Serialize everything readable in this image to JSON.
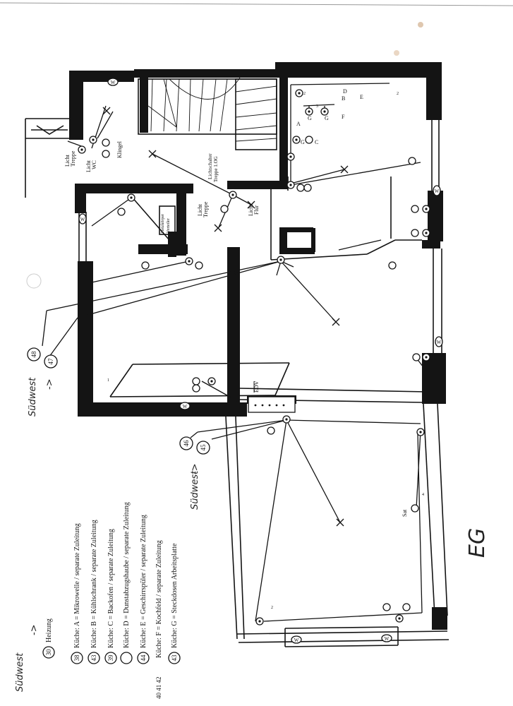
{
  "page_title": "EG",
  "room_labels": {
    "licht_treppe_1": "Licht",
    "licht_treppe_2": "Treppe",
    "licht_wc_1": "Licht",
    "licht_wc_2": "WC",
    "klingel": "Klingel",
    "lichtschalter_1": "Lichtschalter",
    "lichtschalter_2": "Treppe 1.OG",
    "licht_treppe_b1": "Licht",
    "licht_treppe_b2": "Treppe",
    "licht_flur_1": "Licht",
    "licht_flur_2": "Flur",
    "verteiler_1": "Heizkörper",
    "verteiler_2": "Verteiler",
    "edv": "EDV",
    "sat": "Sat"
  },
  "symbol_letters": [
    "A",
    "B",
    "C",
    "D",
    "E",
    "F",
    "G",
    "G",
    "G"
  ],
  "small_numbers": [
    "2",
    "2",
    "3",
    "4",
    "1",
    "2"
  ],
  "circle_numbers": [
    "48",
    "47",
    "46",
    "45"
  ],
  "handwritten": {
    "sudwest_top": "Südwest",
    "sudwest_mid": "Südwest",
    "sudwest_bottom": "Südwest"
  },
  "legend": [
    {
      "num": "30",
      "text": "Heizung"
    },
    {
      "num": "38",
      "text": "Küche: A = Mikrowelle / separate Zuleitung"
    },
    {
      "num": "43",
      "text": "Küche: B = Kühlschrank / separate Zuleitung"
    },
    {
      "num": "39",
      "text": "Küche: C = Backofen / separate Zuleitung"
    },
    {
      "num": "",
      "text": "Küche: D = Dunstabzugshaube / separate Zuleitung"
    },
    {
      "num": "44",
      "text": "Küche: E = Geschirrspüler / separate Zuleitung"
    },
    {
      "num": "40 41 42",
      "text": "Küche: F = Kochfeld / separate Zuleitung"
    },
    {
      "num": "43",
      "text": "Küche: G = Steckdosen Arbeitsplatte"
    }
  ]
}
